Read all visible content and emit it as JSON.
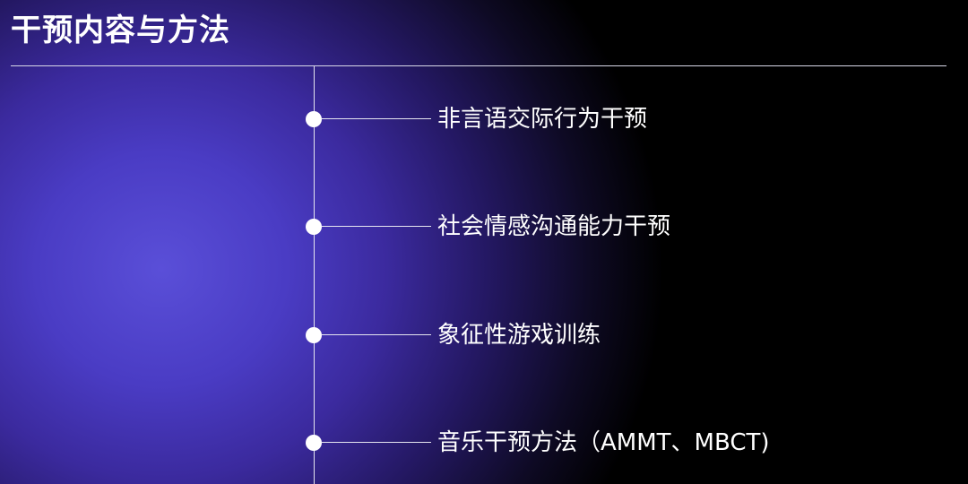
{
  "slide": {
    "title": "干预内容与方法",
    "items": [
      {
        "label": "非言语交际行为干预"
      },
      {
        "label": "社会情感沟通能力干预"
      },
      {
        "label": "象征性游戏训练"
      },
      {
        "label": "音乐干预方法（AMMT、MBCT)"
      }
    ]
  },
  "colors": {
    "background_glow": "#5a4fd8",
    "background_dark": "#000000",
    "text": "#ffffff",
    "lines": "#e6e6f0"
  },
  "icons": {
    "bullet": "white-circle-dot"
  }
}
